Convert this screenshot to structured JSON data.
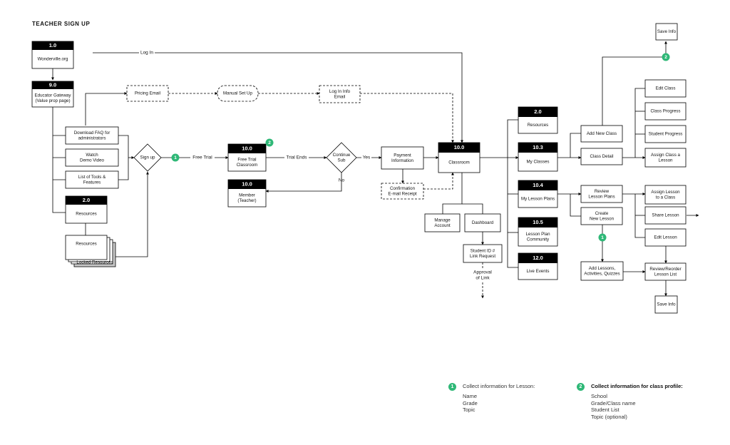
{
  "title": "TEACHER SIGN UP",
  "colors": {
    "accent_green": "#2fb877",
    "header_black": "#000000",
    "locked_gray": "#c8c8c8"
  },
  "nodes": {
    "wonderville": {
      "id": "1.0",
      "label": [
        "Wonderville.org"
      ]
    },
    "gateway": {
      "id": "9.0",
      "label": [
        "Educator Gateway",
        "(Value prop page)"
      ]
    },
    "faq": {
      "label": [
        "Download FAQ for",
        "administrators"
      ]
    },
    "demo": {
      "label": [
        "Watch",
        "Demo Video"
      ]
    },
    "tools": {
      "label": [
        "List of Tools &",
        "Features"
      ]
    },
    "resources_l": {
      "id": "2.0",
      "label": [
        "Resources"
      ]
    },
    "res_stack": {
      "label": [
        "Resources"
      ]
    },
    "locked": {
      "label": [
        "Locked Resources"
      ]
    },
    "signup": {
      "label": [
        "Sign up"
      ]
    },
    "pricing": {
      "label": [
        "Pricing Email"
      ]
    },
    "manual": {
      "label": [
        "Manual Set Up"
      ]
    },
    "login_email": {
      "label": [
        "Log In Info",
        "Email"
      ]
    },
    "trial": {
      "id": "10.0",
      "label": [
        "Free Trial",
        "Classroom"
      ]
    },
    "member": {
      "id": "10.0",
      "label": [
        "Member",
        "(Teacher)"
      ]
    },
    "continue": {
      "label": [
        "Continue",
        "Sub"
      ]
    },
    "payment": {
      "label": [
        "Payment",
        "Information"
      ]
    },
    "confirmation": {
      "label": [
        "Confirmation",
        "E-mail Receipt"
      ]
    },
    "classroom": {
      "id": "10.0",
      "label": [
        "Classroom"
      ]
    },
    "manage": {
      "label": [
        "Manage",
        "Account"
      ]
    },
    "dashboard": {
      "label": [
        "Dashboard"
      ]
    },
    "student_id": {
      "label": [
        "Student ID #",
        "Link Request"
      ]
    },
    "resources_r": {
      "id": "2.0",
      "label": [
        "Resources"
      ]
    },
    "my_classes": {
      "id": "10.3",
      "label": [
        "My Classes"
      ]
    },
    "my_lessons": {
      "id": "10.4",
      "label": [
        "My Lesson Plans"
      ]
    },
    "community": {
      "id": "10.5",
      "label": [
        "Lesson Plan",
        "Community"
      ]
    },
    "live": {
      "id": "12.0",
      "label": [
        "Live Events"
      ]
    },
    "add_class": {
      "label": [
        "Add New Class"
      ]
    },
    "class_detail": {
      "label": [
        "Class Detail"
      ]
    },
    "edit_class": {
      "label": [
        "Edit Class"
      ]
    },
    "class_progress": {
      "label": [
        "Class Progress"
      ]
    },
    "student_progress": {
      "label": [
        "Student Progress"
      ]
    },
    "assign_class": {
      "label": [
        "Assign Class a",
        "Lesson"
      ]
    },
    "save_top": {
      "label": [
        "Save Info"
      ]
    },
    "review_plans": {
      "label": [
        "Review",
        "Lesson Plans"
      ]
    },
    "create_lesson": {
      "label": [
        "Create",
        "New Lesson"
      ]
    },
    "add_lessons": {
      "label": [
        "Add Lessons,",
        "Activities, Quizzes"
      ]
    },
    "assign_lesson": {
      "label": [
        "Assign Lesson",
        "to a Class"
      ]
    },
    "share_lesson": {
      "label": [
        "Share Lesson"
      ]
    },
    "edit_lesson": {
      "label": [
        "Edit Lesson"
      ]
    },
    "reorder": {
      "label": [
        "Review/Reorder",
        "Lesson List"
      ]
    },
    "save_bottom": {
      "label": [
        "Save Info"
      ]
    }
  },
  "edge_labels": {
    "log_in": "Log In",
    "free_trial": "Free Trial",
    "trial_ends": "Trial Ends",
    "yes": "Yes",
    "no": "No",
    "approval": [
      "Approval",
      "of Link"
    ]
  },
  "badges": [
    "1",
    "2"
  ],
  "legend": [
    {
      "badge": "1",
      "heading": "Collect information for Lesson:",
      "items": [
        "Name",
        "Grade",
        "Topic"
      ]
    },
    {
      "badge": "2",
      "heading": "Collect information for class profile:",
      "items": [
        "School",
        "Grade/Class name",
        "Student List",
        "Topic (optional)"
      ]
    }
  ]
}
